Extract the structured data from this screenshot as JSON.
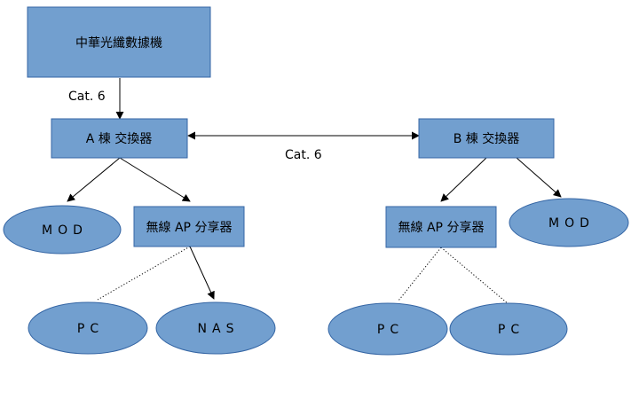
{
  "nodes": {
    "isp": "中華光纖數據機",
    "switch_a": "A 棟 交換器",
    "switch_b": "B 棟 交換器",
    "mod_a": "MOD",
    "mod_b": "MOD",
    "ap_a": "無線 AP 分享器",
    "ap_b": "無線 AP 分享器",
    "pc_a": "PC",
    "nas_a": "NAS",
    "pc_b1": "PC",
    "pc_b2": "PC"
  },
  "edges": {
    "isp_to_a": "Cat. 6",
    "a_to_b": "Cat. 6"
  },
  "colors": {
    "node_fill": "#729fcf",
    "node_stroke": "#3465a4",
    "edge": "#000000"
  }
}
